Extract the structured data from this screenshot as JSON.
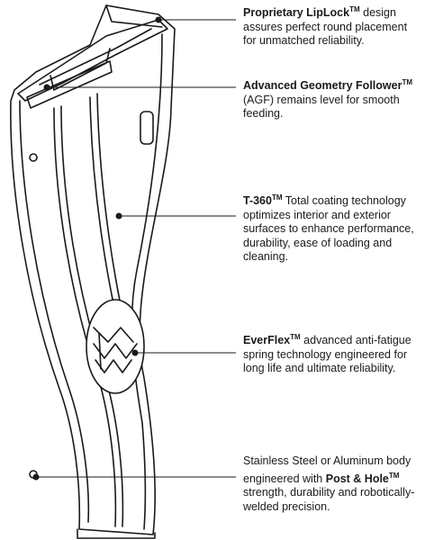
{
  "callouts": [
    {
      "bold": "Proprietary LipLock",
      "tm": "TM",
      "text": " design assures perfect round placement for unmatched reliability."
    },
    {
      "bold": "Advanced Geometry Follower",
      "tm": "TM",
      "text": " (AGF) remains level for smooth feeding."
    },
    {
      "bold": "T-360",
      "tm": "TM",
      "text": " Total coating technology optimizes interior and exterior surfaces to enhance performance, durability, ease of loading and cleaning."
    },
    {
      "bold": "EverFlex",
      "tm": "TM",
      "text": " advanced anti-fatigue spring technology engineered for long life and ultimate reliability."
    },
    {
      "pre": "Stainless Steel or Aluminum body engineered with ",
      "bold": "Post & Hole",
      "tm": "TM",
      "text": " strength, durability and robotically-welded precision."
    }
  ]
}
